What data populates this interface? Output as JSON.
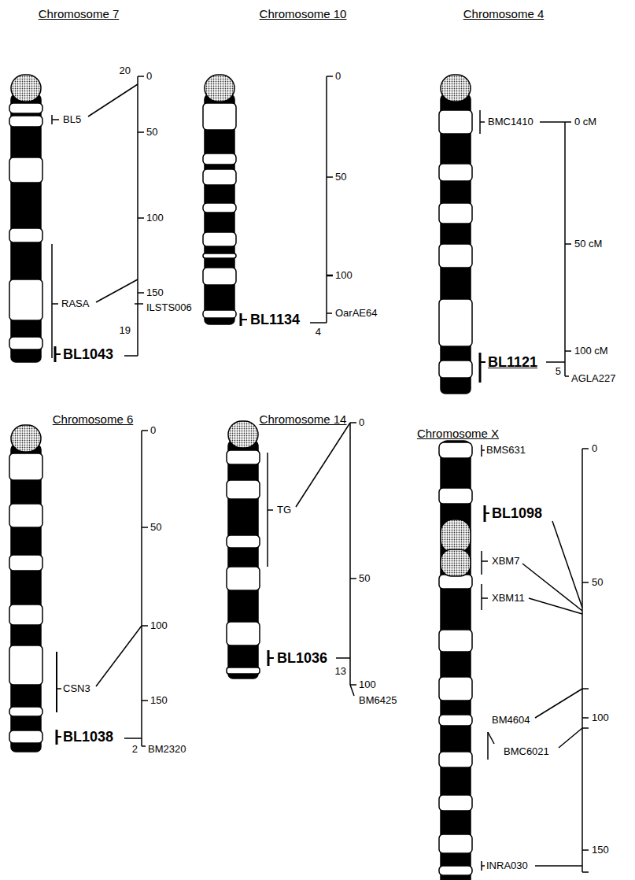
{
  "diagram": {
    "labels": [
      "Chromosome 7",
      "0",
      "20",
      "BL5",
      "50",
      "100",
      "RASA",
      "150",
      "ILSTS006",
      "19",
      "BL1043",
      "Chromosome 10",
      "0",
      "50",
      "100",
      "BL1134",
      "OarAE64",
      "4",
      "Chromosome 4",
      "BMC1410",
      "0 cM",
      "50 cM",
      "100 cM",
      "BL1121",
      "5",
      "AGLA227",
      "Chromosome 6",
      "0",
      "50",
      "100",
      "CSN3",
      "150",
      "BL1038",
      "2",
      "BM2320",
      "Chromosome 14",
      "0",
      "TG",
      "50",
      "BL1036",
      "13",
      "100",
      "BM6425",
      "Chromosome X",
      "BMS631",
      "0",
      "BL1098",
      "XBM7",
      "50",
      "XBM11",
      "BM4604",
      "100",
      "BMC6021",
      "150",
      "INRA030"
    ]
  }
}
